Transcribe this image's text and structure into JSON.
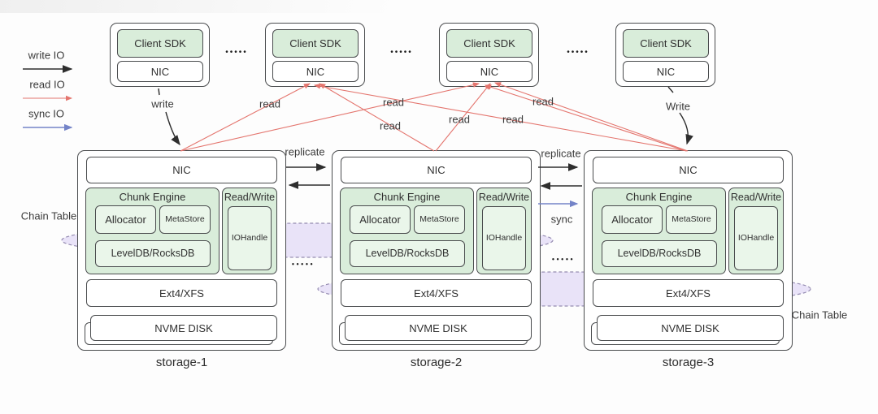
{
  "legend": {
    "write": "write IO",
    "read": "read IO",
    "sync": "sync IO"
  },
  "clients": [
    {
      "sdk": "Client SDK",
      "nic": "NIC"
    },
    {
      "sdk": "Client SDK",
      "nic": "NIC"
    },
    {
      "sdk": "Client SDK",
      "nic": "NIC"
    },
    {
      "sdk": "Client SDK",
      "nic": "NIC"
    }
  ],
  "storages": [
    {
      "label": "storage-1",
      "nic": "NIC",
      "engine": {
        "title": "Chunk Engine",
        "allocator": "Allocator",
        "metastore": "MetaStore",
        "db": "LevelDB/RocksDB"
      },
      "rw": {
        "title": "Read/Write",
        "handle": "IOHandle"
      },
      "fs": "Ext4/XFS",
      "disk": "NVME DISK"
    },
    {
      "label": "storage-2",
      "nic": "NIC",
      "engine": {
        "title": "Chunk Engine",
        "allocator": "Allocator",
        "metastore": "MetaStore",
        "db": "LevelDB/RocksDB"
      },
      "rw": {
        "title": "Read/Write",
        "handle": "IOHandle"
      },
      "fs": "Ext4/XFS",
      "disk": "NVME DISK"
    },
    {
      "label": "storage-3",
      "nic": "NIC",
      "engine": {
        "title": "Chunk Engine",
        "allocator": "Allocator",
        "metastore": "MetaStore",
        "db": "LevelDB/RocksDB"
      },
      "rw": {
        "title": "Read/Write",
        "handle": "IOHandle"
      },
      "fs": "Ext4/XFS",
      "disk": "NVME DISK"
    }
  ],
  "edges": {
    "write_lower": "write",
    "write_upper": "Write",
    "reads": [
      "read",
      "read",
      "read",
      "read",
      "read",
      "read"
    ],
    "replicate_left": "replicate",
    "replicate_right": "replicate",
    "sync": "sync"
  },
  "chain_table": {
    "left": "Chain Table",
    "right": "Chain Table"
  },
  "dots": {
    "clients": [
      "•••••",
      "•••••",
      "•••••"
    ],
    "storages": [
      "•••••",
      "•••••"
    ]
  },
  "colors": {
    "read": "#e4756e",
    "sync": "#7484c8",
    "write": "#2e2e2e",
    "green": "#d9edda",
    "green_light": "#eaf6ea",
    "chain_fill": "#e9e3f8",
    "chain_stroke": "#948bb0"
  }
}
